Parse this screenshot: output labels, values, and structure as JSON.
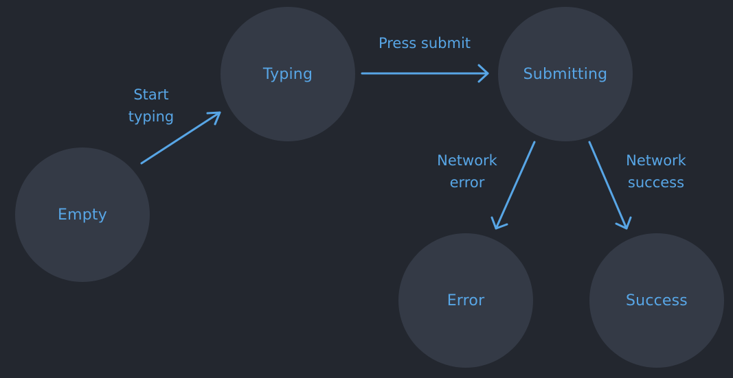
{
  "colors": {
    "background": "#23272f",
    "node_fill": "#343a46",
    "accent": "#58a6e6"
  },
  "states": {
    "empty": "Empty",
    "typing": "Typing",
    "submitting": "Submitting",
    "error": "Error",
    "success": "Success"
  },
  "transitions": {
    "start_typing": [
      "Start",
      "typing"
    ],
    "press_submit": "Press submit",
    "network_error": [
      "Network",
      "error"
    ],
    "network_success": [
      "Network",
      "success"
    ]
  }
}
